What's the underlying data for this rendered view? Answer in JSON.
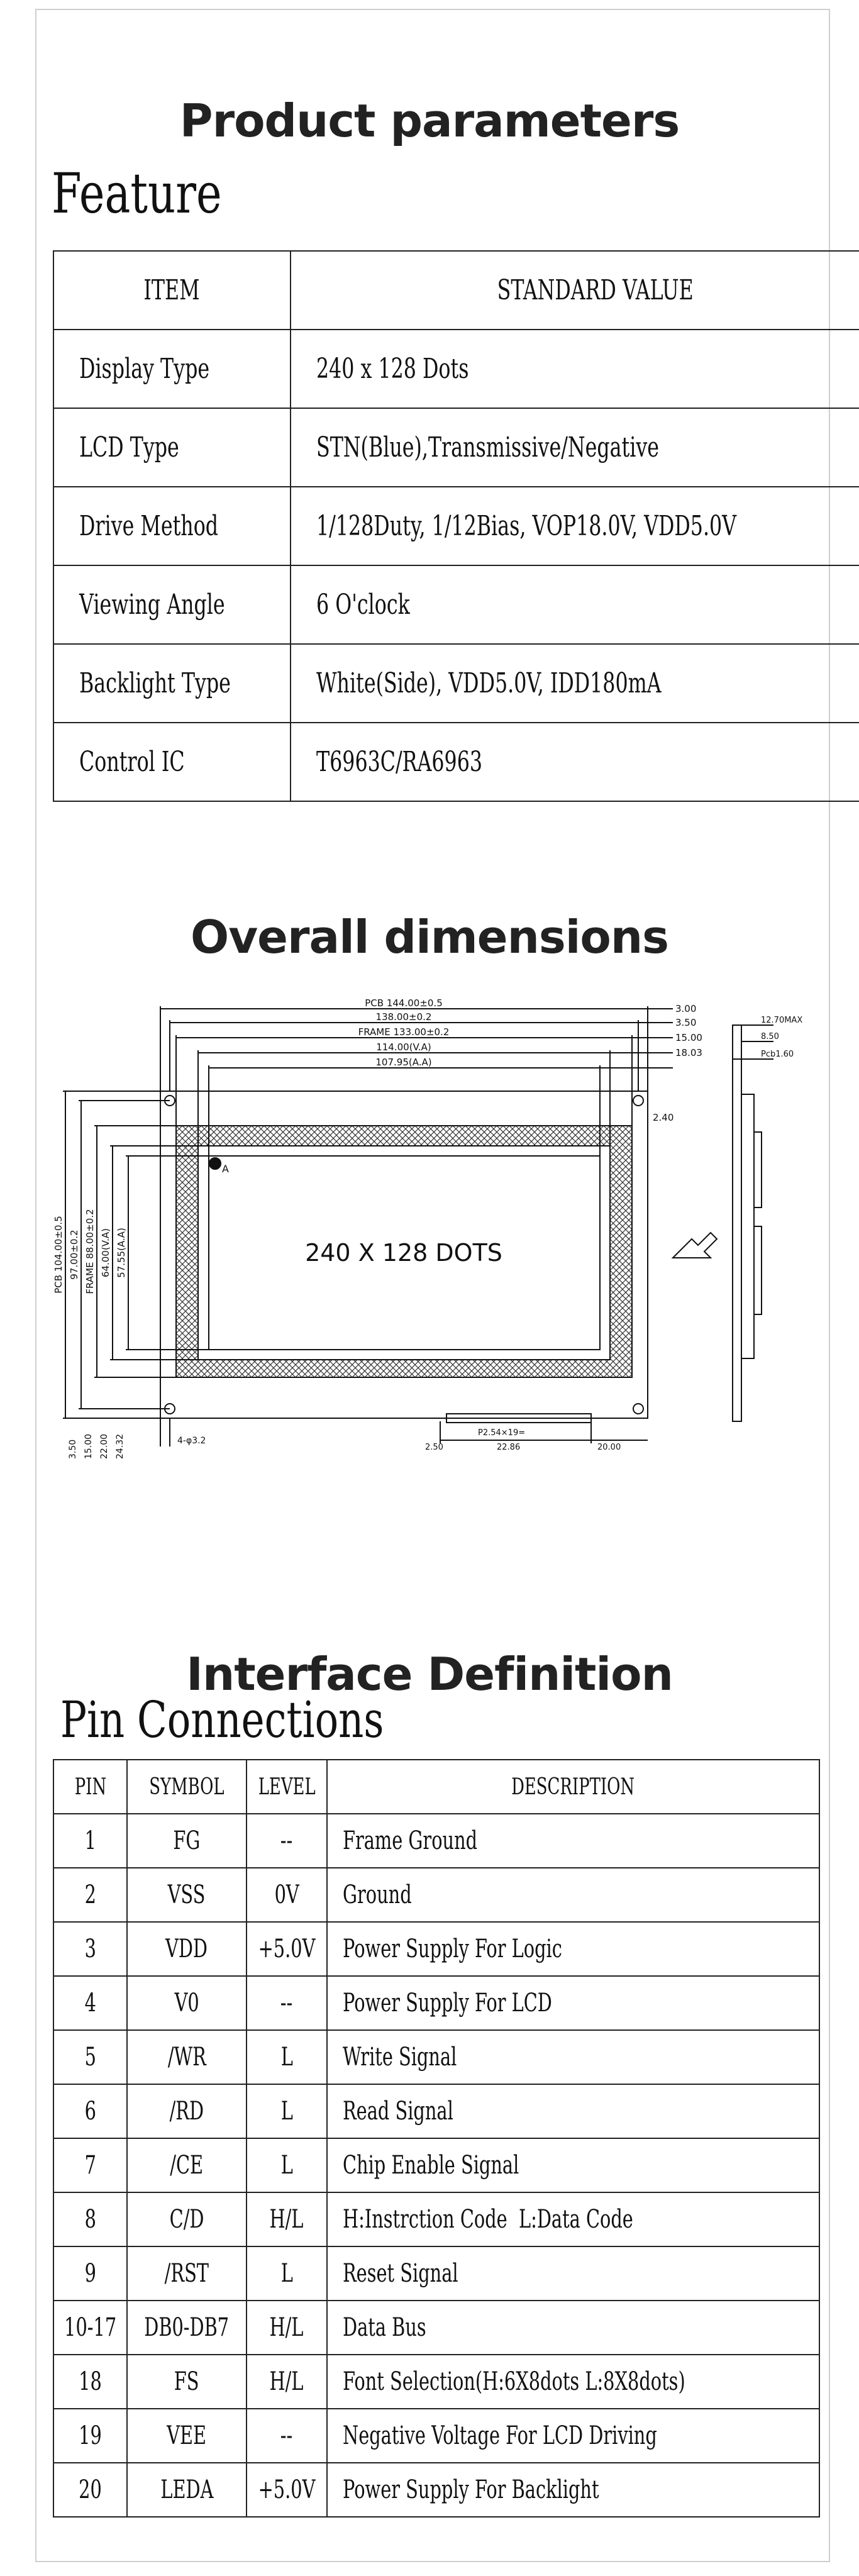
{
  "headings": {
    "product_parameters": "Product parameters",
    "feature": "Feature",
    "overall_dimensions": "Overall dimensions",
    "interface_definition": "Interface Definition",
    "pin_connections": "Pin Connections"
  },
  "feature_table": {
    "header": [
      "ITEM",
      "STANDARD VALUE"
    ],
    "rows": [
      [
        "Display Type",
        "240 x 128 Dots"
      ],
      [
        "LCD Type",
        "STN(Blue),Transmissive/Negative"
      ],
      [
        "Drive Method",
        "1/128Duty, 1/12Bias, VOP18.0V, VDD5.0V"
      ],
      [
        "Viewing Angle",
        "6 O'clock"
      ],
      [
        "Backlight Type",
        "White(Side), VDD5.0V, IDD180mA"
      ],
      [
        "Control IC",
        "T6963C/RA6963"
      ]
    ]
  },
  "drawing": {
    "display_label": "240 X 128 DOTS",
    "dims_top": [
      "PCB 144.00±0.5",
      "138.00±0.2",
      "FRAME 133.00±0.2",
      "114.00(V.A)",
      "107.95(A.A)"
    ],
    "dims_right": [
      "3.00",
      "3.50",
      "15.00",
      "18.03",
      "2.40"
    ],
    "dims_left": [
      "PCB 104.00±0.5",
      "97.00±0.2",
      "FRAME 88.00±0.2",
      "64.00(V.A)",
      "57.55(A.A)"
    ],
    "dims_bottom": [
      "3.50",
      "15.00",
      "22.00",
      "24.32"
    ],
    "hole": "4-φ3.2",
    "pin_dims": [
      "2.50",
      "P2.54×19=",
      "22.86",
      "20.00"
    ],
    "pin1_label": "A",
    "side_dims": [
      "12.70MAX",
      "8.50",
      "Pcb1.60"
    ]
  },
  "pin_table": {
    "header": [
      "PIN",
      "SYMBOL",
      "LEVEL",
      "DESCRIPTION"
    ],
    "rows": [
      [
        "1",
        "FG",
        "--",
        "Frame Ground"
      ],
      [
        "2",
        "VSS",
        "0V",
        "Ground"
      ],
      [
        "3",
        "VDD",
        "+5.0V",
        "Power Supply For Logic"
      ],
      [
        "4",
        "V0",
        "--",
        "Power Supply For LCD"
      ],
      [
        "5",
        "/WR",
        "L",
        "Write Signal"
      ],
      [
        "6",
        "/RD",
        "L",
        "Read Signal"
      ],
      [
        "7",
        "/CE",
        "L",
        "Chip Enable Signal"
      ],
      [
        "8",
        "C/D",
        "H/L",
        "H:Instrction Code  L:Data Code"
      ],
      [
        "9",
        "/RST",
        "L",
        "Reset Signal"
      ],
      [
        "10-17",
        "DB0-DB7",
        "H/L",
        "Data Bus"
      ],
      [
        "18",
        "FS",
        "H/L",
        "Font Selection(H:6X8dots L:8X8dots)"
      ],
      [
        "19",
        "VEE",
        "--",
        "Negative Voltage For LCD Driving"
      ],
      [
        "20",
        "LEDA",
        "+5.0V",
        "Power Supply For Backlight"
      ]
    ]
  }
}
